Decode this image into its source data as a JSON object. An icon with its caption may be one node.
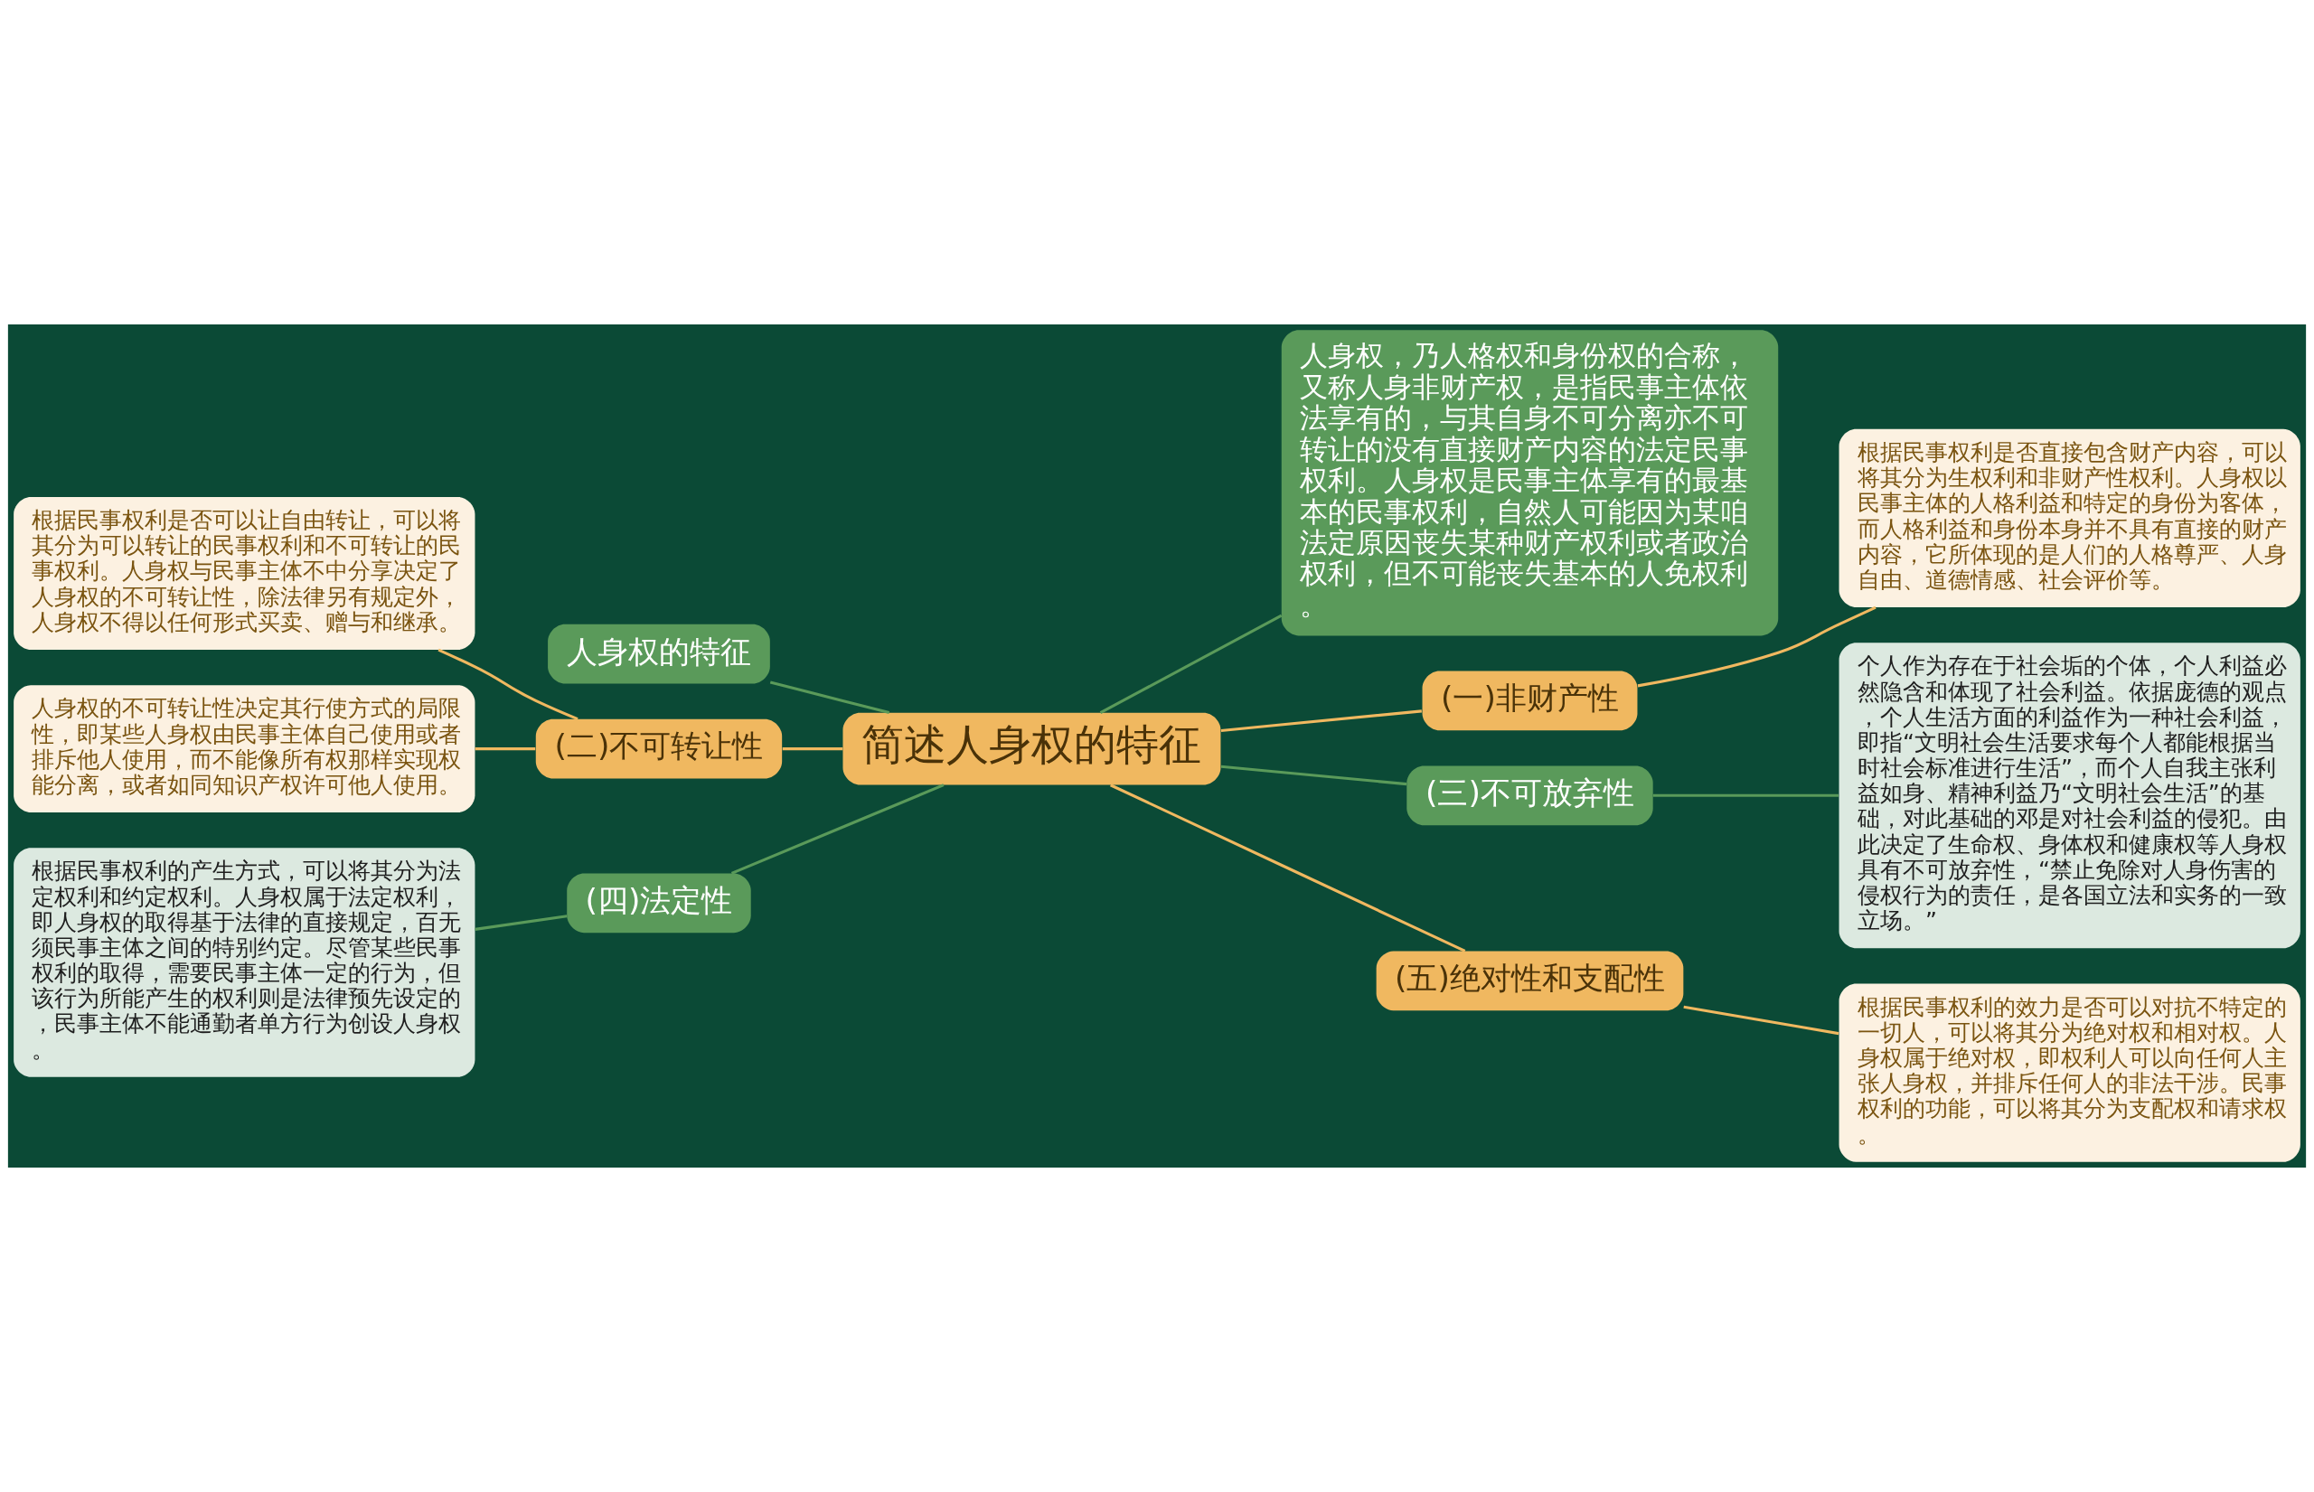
{
  "diagram": {
    "nodes": [
      {
        "text": [
          "简述人身权的特征"
        ]
      },
      {
        "text": [
          "人身权的特征"
        ]
      },
      {
        "text": [
          "(二)不可转让性"
        ]
      },
      {
        "text": [
          "根据民事权利是否可以让自由转让，可以将其分为可以转让的民事权利和不可转让的民事权利。人身权与民事主体不中分享决定了人身权的不可转让性，除法律另有规定外，人身权不得以任何形式买卖、赠与和继承。"
        ]
      },
      {
        "text": [
          "人身权的不可转让性决定其行使方式的局限性，即某些人身权由民事主体自己使用或者排斥他人使用，而不能像所有权那样实现权能分离，或者如同知识产权许可他人使用。"
        ]
      },
      {
        "text": [
          "(四)法定性"
        ]
      },
      {
        "text": [
          "根据民事权利的产生方式，可以将其分为法定权利和约定权利。人身权属于法定权利，即人身权的取得基于法律的直接规定，百无须民事主体之间的特别约定。尽管某些民事权利的取得，需要民事主体一定的行为，但该行为所能产生的权利则是法律预先设定的，民事主体不能通勤者单方行为创设人身权。"
        ]
      },
      {
        "text": [
          "人身权，乃人格权和身份权的合称，又称人身非财产权，是指民事主体依法享有的，与其自身不可分离亦不可转让的没有直接财产内容的法定民事权利。人身权是民事主体享有的最基本的民事权利，自然人可能因为某咱法定原因丧失某种财产权利或者政治权利，但不可能丧失基本的人免权利。"
        ]
      },
      {
        "text": [
          "(一)非财产性"
        ]
      },
      {
        "text": [
          "根据民事权利是否直接包含财产内容，可以将其分为生权利和非财产性权利。人身权以民事主体的人格利益和特定的身份为客体，而人格利益和身份本身并不具有直接的财产内容，它所体现的是人们的人格尊严、人身自由、道德情感、社会评价等。"
        ]
      },
      {
        "text": [
          "(三)不可放弃性"
        ]
      },
      {
        "text": [
          "个人作为存在于社会垢的个体，个人利益必然隐含和体现了社会利益。依据庞德的观点，个人生活方面的利益作为一种社会利益，即指“文明社会生活要求每个人都能根据当时社会标准进行生活”，而个人自我主张利益如身、精神利益乃“文明社会生活”的基础，对此基础的邓是对社会利益的侵犯。由此决定了生命权、身体权和健康权等人身权具有不可放弃性，“禁止免除对人身伤害的侵权行为的责任，是各国立法和实务的一致立场。”"
        ]
      },
      {
        "text": [
          "(五)绝对性和支配性"
        ]
      },
      {
        "text": [
          "根据民事权利的效力是否可以对抗不特定的一切人，可以将其分为绝对权和相对权。人身权属于绝对权，即权利人可以向任何人主张人身权，并排斥任何人的非法干涉。民事权利的功能，可以将其分为支配权和请求权。"
        ]
      }
    ],
    "edges": [
      {
        "from": 0,
        "to": 1,
        "arrow": "none",
        "color": "#5a9a5a"
      },
      {
        "from": 0,
        "to": 2,
        "arrow": "none"
      },
      {
        "from": 2,
        "to": 3,
        "arrow": "none"
      },
      {
        "from": 2,
        "to": 4,
        "arrow": "none"
      },
      {
        "from": 0,
        "to": 5,
        "arrow": "none",
        "color": "#5a9a5a"
      },
      {
        "from": 5,
        "to": 6,
        "arrow": "none",
        "color": "#5a9a5a"
      },
      {
        "from": 0,
        "to": 7,
        "arrow": "none",
        "color": "#5a9a5a"
      },
      {
        "from": 0,
        "to": 8,
        "arrow": "none"
      },
      {
        "from": 8,
        "to": 9,
        "arrow": "none"
      },
      {
        "from": 0,
        "to": 10,
        "arrow": "none",
        "color": "#5a9a5a"
      },
      {
        "from": 10,
        "to": 11,
        "arrow": "none",
        "color": "#5a9a5a"
      },
      {
        "from": 0,
        "to": 12,
        "arrow": "none"
      },
      {
        "from": 12,
        "to": 13,
        "arrow": "none"
      }
    ]
  }
}
